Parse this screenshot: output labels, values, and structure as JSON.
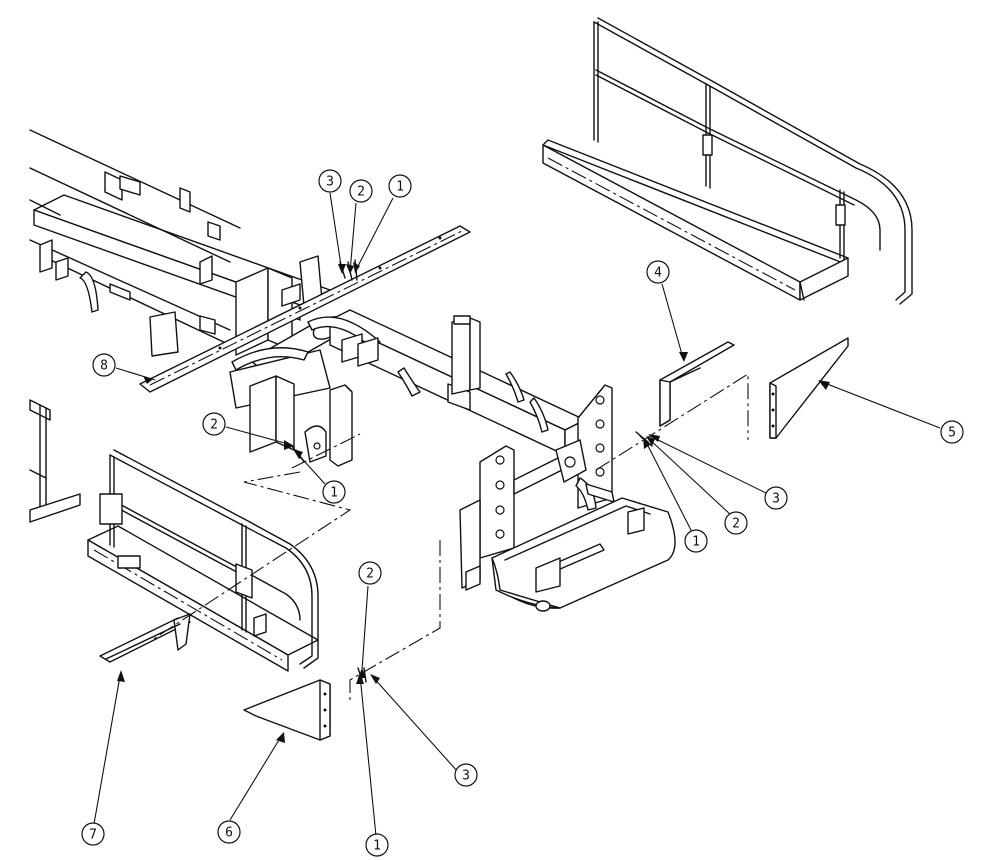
{
  "callouts": [
    {
      "id": "c-3-top",
      "label": "3"
    },
    {
      "id": "c-2-top",
      "label": "2"
    },
    {
      "id": "c-1-top",
      "label": "1"
    },
    {
      "id": "c-4",
      "label": "4"
    },
    {
      "id": "c-8",
      "label": "8"
    },
    {
      "id": "c-5",
      "label": "5"
    },
    {
      "id": "c-2-left",
      "label": "2"
    },
    {
      "id": "c-1-left",
      "label": "1"
    },
    {
      "id": "c-1-right",
      "label": "1"
    },
    {
      "id": "c-2-right",
      "label": "2"
    },
    {
      "id": "c-3-right",
      "label": "3"
    },
    {
      "id": "c-2-bottom",
      "label": "2"
    },
    {
      "id": "c-3-bottom",
      "label": "3"
    },
    {
      "id": "c-1-bottom",
      "label": "1"
    },
    {
      "id": "c-7",
      "label": "7"
    },
    {
      "id": "c-6",
      "label": "6"
    }
  ]
}
